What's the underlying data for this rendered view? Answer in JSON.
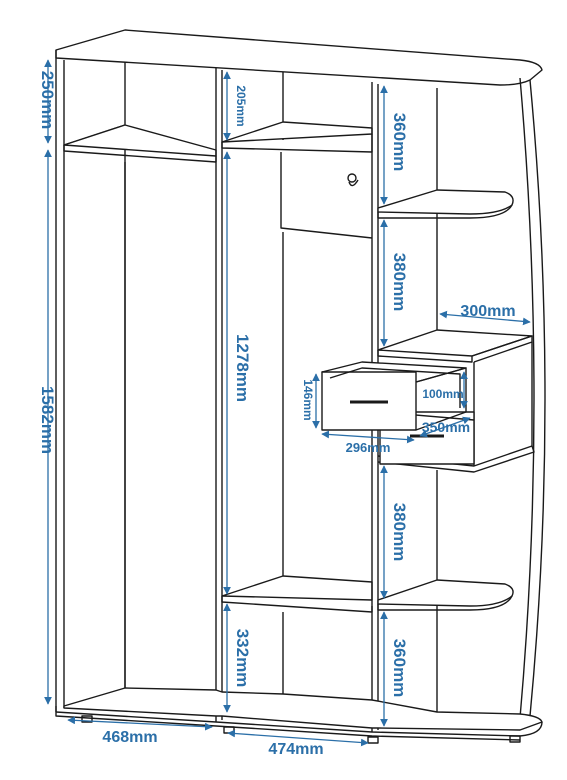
{
  "colors": {
    "line": "#1a1a1a",
    "dimension": "#2b6fa8",
    "background": "#ffffff"
  },
  "dimensions": {
    "top_left_height": "250mm",
    "left_full_height": "1582mm",
    "left_width": "468mm",
    "middle_top_height": "205mm",
    "middle_hanging_height": "1278mm",
    "middle_bottom_height": "332mm",
    "middle_width": "474mm",
    "right_top_height": "360mm",
    "right_upper_shelf": "380mm",
    "drawer_block_depth": "300mm",
    "drawer_height": "146mm",
    "drawer_inner_height": "100mm",
    "drawer_depth": "350mm",
    "drawer_width": "296mm",
    "right_lower_shelf": "380mm",
    "right_bottom_height": "360mm"
  }
}
